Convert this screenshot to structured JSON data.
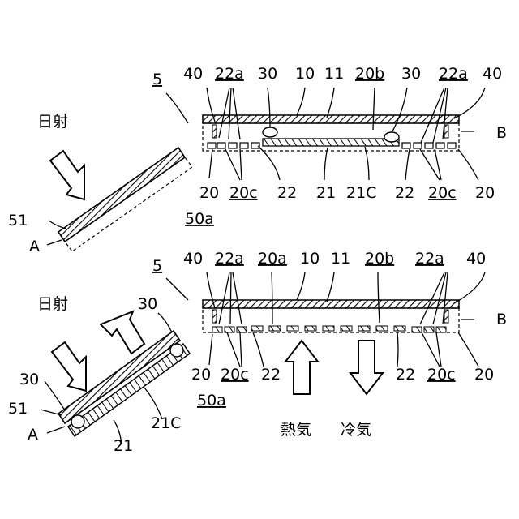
{
  "top": {
    "label_5": "5",
    "label_40_left": "40",
    "label_22a_left": "22a",
    "label_30_left": "30",
    "label_10": "10",
    "label_11": "11",
    "label_20b": "20b",
    "label_30_right": "30",
    "label_22a_right": "22a",
    "label_40_right": "40",
    "label_B": "B",
    "label_sun": "日射",
    "label_51": "51",
    "label_A": "A",
    "label_20_left": "20",
    "label_20c_left": "20c",
    "label_22_left": "22",
    "label_21": "21",
    "label_21C": "21C",
    "label_22_right": "22",
    "label_20c_right": "20c",
    "label_20_right": "20",
    "label_50a": "50a"
  },
  "bottom": {
    "label_5": "5",
    "label_40_left": "40",
    "label_22a_left": "22a",
    "label_20a": "20a",
    "label_10": "10",
    "label_11": "11",
    "label_20b": "20b",
    "label_22a_right": "22a",
    "label_40_right": "40",
    "label_B": "B",
    "label_sun": "日射",
    "label_30_top": "30",
    "label_30_left": "30",
    "label_51": "51",
    "label_A": "A",
    "label_21": "21",
    "label_21C": "21C",
    "label_20_left": "20",
    "label_20c_left": "20c",
    "label_22_left": "22",
    "label_22_right": "22",
    "label_20c_right": "20c",
    "label_20_right": "20",
    "label_50a": "50a",
    "label_heat": "熱気",
    "label_cool": "冷気"
  }
}
